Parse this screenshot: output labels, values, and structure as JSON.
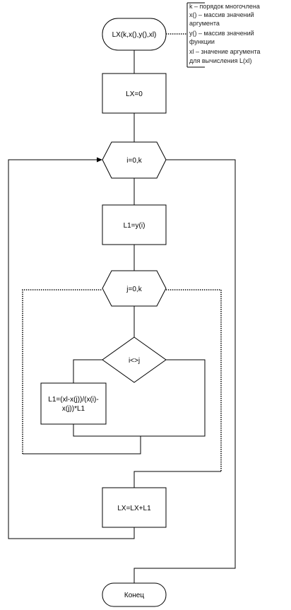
{
  "flowchart": {
    "start": "LX(k,x(),y(),xl)",
    "init": "LX=0",
    "outer_loop": "i=0,k",
    "assign_l1": "L1=y(i)",
    "inner_loop": "j=0,k",
    "condition": "i<>j",
    "update_l1_line1": "L1=(xl-x(j))/(x(i)-",
    "update_l1_line2": "x(j))*L1",
    "accumulate": "LX=LX+L1",
    "end": "Конец"
  },
  "comment": {
    "lines": [
      "k – порядок многочлена",
      "x() – массив значений",
      "аргумента",
      "y() – массив значений",
      "функции",
      "xl – значение аргумента",
      "для вычисления  L(xl)"
    ]
  }
}
